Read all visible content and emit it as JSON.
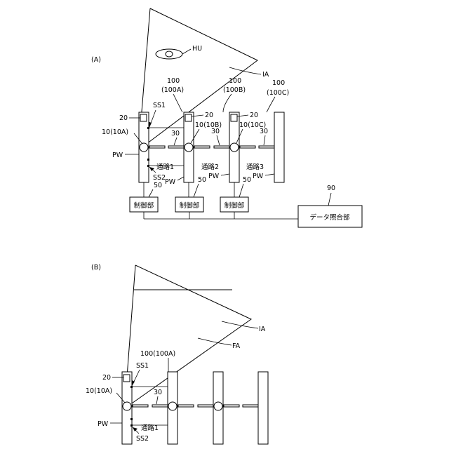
{
  "panel_a": {
    "label": "(A)",
    "hu": "HU",
    "ia": "IA",
    "gate_a_num": "100",
    "gate_a_id": "(100A)",
    "gate_b_num": "100",
    "gate_b_id": "(100B)",
    "gate_c_num": "100",
    "gate_c_id": "(100C)",
    "ss1": "SS1",
    "ss2": "SS2",
    "camera_a": "20",
    "camera_b": "20",
    "camera_c": "20",
    "reader_a": "10(10A)",
    "reader_b": "10(10B)",
    "reader_c": "10(10C)",
    "door_a": "30",
    "door_b": "30",
    "door_c": "30",
    "pw_a": "PW",
    "pw_b": "PW",
    "pw_c": "PW",
    "pw_d": "PW",
    "passage_1": "通路1",
    "passage_2": "通路2",
    "passage_3": "通路3",
    "ctrl_num_a": "50",
    "ctrl_num_b": "50",
    "ctrl_num_c": "50",
    "ctrl_a": "制御部",
    "ctrl_b": "制御部",
    "ctrl_c": "制御部",
    "collation_num": "90",
    "collation": "データ照合部"
  },
  "panel_b": {
    "label": "(B)",
    "ia": "IA",
    "fa": "FA",
    "gate": "100(100A)",
    "ss1": "SS1",
    "ss2": "SS2",
    "camera": "20",
    "reader": "10(10A)",
    "door": "30",
    "pw": "PW",
    "passage": "通路1"
  }
}
